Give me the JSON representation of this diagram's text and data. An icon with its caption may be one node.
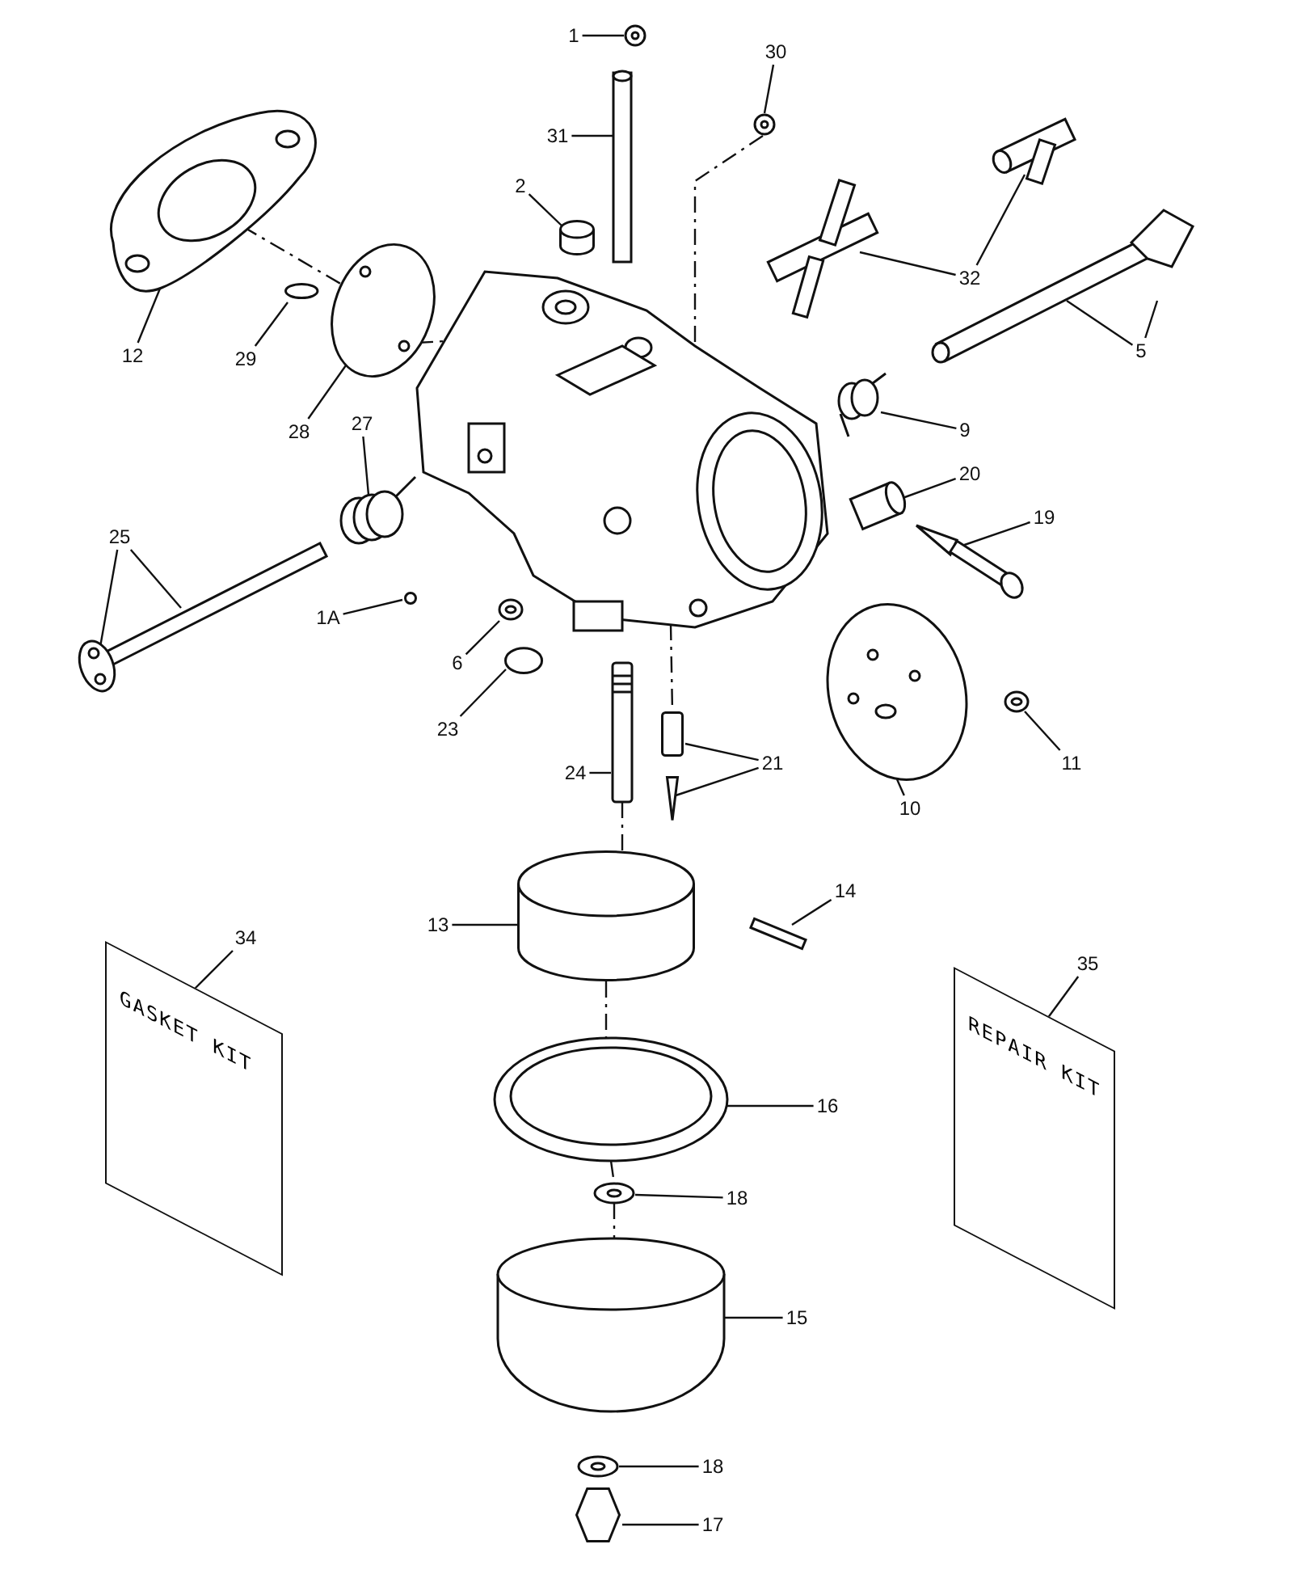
{
  "diagram": {
    "nodes": [
      {
        "text": [
          "1"
        ]
      },
      {
        "text": [],
        "shape": "picture"
      },
      {
        "text": [
          "30"
        ]
      },
      {
        "text": [],
        "shape": "picture"
      },
      {
        "text": [
          "31"
        ]
      },
      {
        "text": [],
        "shape": "picture"
      },
      {
        "text": [
          "2"
        ]
      },
      {
        "text": [],
        "shape": "cylinder"
      },
      {
        "text": [
          "32"
        ]
      },
      {
        "text": [],
        "shape": "picture"
      },
      {
        "text": [],
        "shape": "picture"
      },
      {
        "text": [
          "12"
        ]
      },
      {
        "text": [],
        "shape": "picture"
      },
      {
        "text": [
          "29"
        ]
      },
      {
        "text": [],
        "shape": "circle"
      },
      {
        "text": [
          "5"
        ]
      },
      {
        "text": [],
        "shape": "picture"
      },
      {
        "text": [
          "28"
        ]
      },
      {
        "text": [],
        "shape": "picture"
      },
      {
        "text": [
          "27"
        ]
      },
      {
        "text": [],
        "shape": "picture"
      },
      {
        "text": [
          "9"
        ]
      },
      {
        "text": [],
        "shape": "picture"
      },
      {
        "text": [
          "20"
        ]
      },
      {
        "text": [],
        "shape": "picture"
      },
      {
        "text": [
          "19"
        ]
      },
      {
        "text": [],
        "shape": "picture"
      },
      {
        "text": [
          "25"
        ]
      },
      {
        "text": [],
        "shape": "picture"
      },
      {
        "text": [
          "1A"
        ]
      },
      {
        "text": [],
        "shape": "circle"
      },
      {
        "text": [
          "6"
        ]
      },
      {
        "text": [],
        "shape": "picture"
      },
      {
        "text": [
          "23"
        ]
      },
      {
        "text": [],
        "shape": "circle"
      },
      {
        "text": [
          "11"
        ]
      },
      {
        "text": [],
        "shape": "picture"
      },
      {
        "text": [
          "24"
        ]
      },
      {
        "text": [],
        "shape": "picture"
      },
      {
        "text": [
          "21"
        ]
      },
      {
        "text": [],
        "shape": "box"
      },
      {
        "text": [],
        "shape": "triangle"
      },
      {
        "text": [
          "10"
        ]
      },
      {
        "text": [],
        "shape": "picture"
      },
      {
        "text": [
          "13"
        ]
      },
      {
        "text": [],
        "shape": "cylinder"
      },
      {
        "text": [
          "14"
        ]
      },
      {
        "text": [],
        "shape": "bar"
      },
      {
        "text": [
          "34"
        ]
      },
      {
        "text": [
          "GASKET KIT"
        ]
      },
      {
        "text": [
          "35"
        ]
      },
      {
        "text": [
          "REPAIR KIT"
        ]
      },
      {
        "text": [
          "16"
        ]
      },
      {
        "text": [],
        "shape": "picture"
      },
      {
        "text": [
          "18"
        ]
      },
      {
        "text": [],
        "shape": "picture"
      },
      {
        "text": [
          "15"
        ]
      },
      {
        "text": [],
        "shape": "picture"
      },
      {
        "text": [
          "18"
        ]
      },
      {
        "text": [],
        "shape": "picture"
      },
      {
        "text": [
          "17"
        ]
      },
      {
        "text": [],
        "shape": "hexagon"
      },
      {
        "text": [],
        "shape": "picture"
      }
    ],
    "edges": [
      {
        "from": 0,
        "to": 1,
        "arrow": "none"
      },
      {
        "from": 2,
        "to": 3,
        "arrow": "none"
      },
      {
        "from": 4,
        "to": 5,
        "arrow": "none"
      },
      {
        "from": 6,
        "to": 7,
        "arrow": "none"
      },
      {
        "from": 8,
        "to": 9,
        "arrow": "none"
      },
      {
        "from": 8,
        "to": 10,
        "arrow": "none"
      },
      {
        "from": 11,
        "to": 12,
        "arrow": "none"
      },
      {
        "from": 13,
        "to": 14,
        "arrow": "none"
      },
      {
        "from": 15,
        "to": 16,
        "arrow": "none"
      },
      {
        "from": 15,
        "to": 16,
        "arrow": "none"
      },
      {
        "from": 17,
        "to": 18,
        "arrow": "none"
      },
      {
        "from": 19,
        "to": 20,
        "arrow": "none"
      },
      {
        "from": 21,
        "to": 22,
        "arrow": "none"
      },
      {
        "from": 23,
        "to": 24,
        "arrow": "none"
      },
      {
        "from": 25,
        "to": 26,
        "arrow": "none"
      },
      {
        "from": 27,
        "to": 28,
        "arrow": "none"
      },
      {
        "from": 27,
        "to": 28,
        "arrow": "none"
      },
      {
        "from": 29,
        "to": 30,
        "arrow": "none"
      },
      {
        "from": 31,
        "to": 32,
        "arrow": "none"
      },
      {
        "from": 33,
        "to": 34,
        "arrow": "none"
      },
      {
        "from": 35,
        "to": 36,
        "arrow": "none"
      },
      {
        "from": 37,
        "to": 38,
        "arrow": "none"
      },
      {
        "from": 39,
        "to": 40,
        "arrow": "none"
      },
      {
        "from": 39,
        "to": 41,
        "arrow": "none"
      },
      {
        "from": 42,
        "to": 43,
        "arrow": "none"
      },
      {
        "from": 44,
        "to": 45,
        "arrow": "none"
      },
      {
        "from": 46,
        "to": 47,
        "arrow": "none"
      },
      {
        "from": 48,
        "to": 49,
        "arrow": "none"
      },
      {
        "from": 50,
        "to": 51,
        "arrow": "none"
      },
      {
        "from": 52,
        "to": 53,
        "arrow": "none"
      },
      {
        "from": 54,
        "to": 55,
        "arrow": "none"
      },
      {
        "from": 56,
        "to": 57,
        "arrow": "none"
      },
      {
        "from": 58,
        "to": 59,
        "arrow": "none"
      },
      {
        "from": 60,
        "to": 61,
        "arrow": "none"
      },
      {
        "from": 12,
        "to": 18,
        "arrow": "none",
        "style": "dashed"
      },
      {
        "from": 18,
        "to": 62,
        "arrow": "none",
        "style": "dashed"
      },
      {
        "from": 3,
        "to": 62,
        "arrow": "none",
        "style": "dashed"
      },
      {
        "from": 62,
        "to": 40,
        "arrow": "none",
        "style": "dashed"
      },
      {
        "from": 38,
        "to": 45,
        "arrow": "none",
        "style": "dashed"
      },
      {
        "from": 45,
        "to": 53,
        "arrow": "none",
        "style": "dashed"
      },
      {
        "from": 53,
        "to": 55,
        "arrow": "none",
        "style": "dashed"
      },
      {
        "from": 55,
        "to": 57,
        "arrow": "none",
        "style": "dashed"
      }
    ]
  }
}
